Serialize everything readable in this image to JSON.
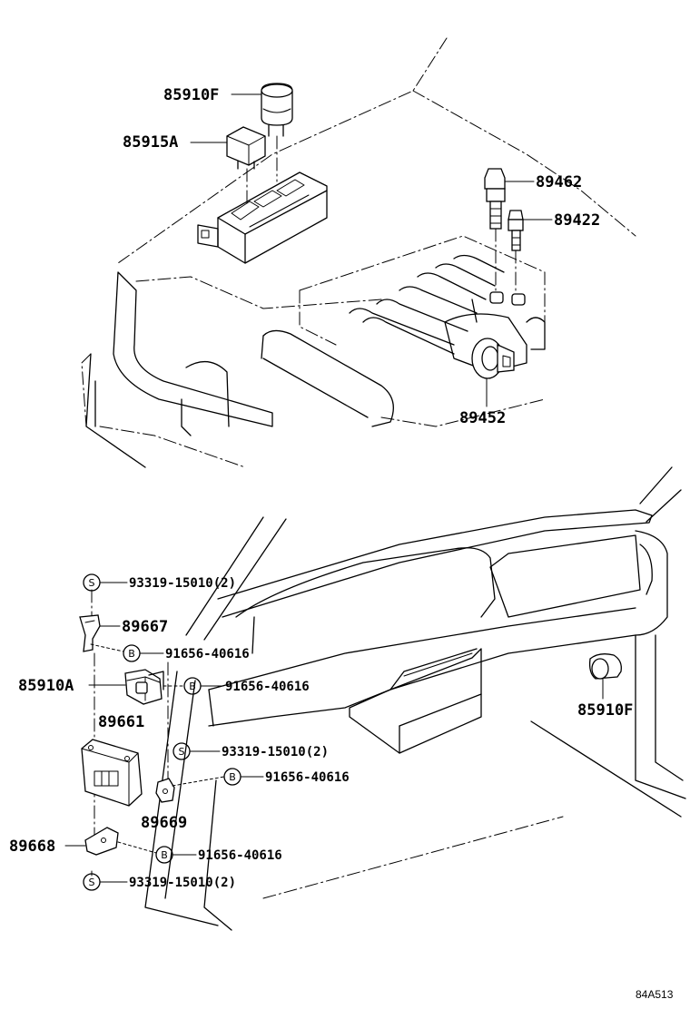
{
  "labels": {
    "relay_85910F_top": "85910F",
    "relay_85915A": "85915A",
    "sensor_89462": "89462",
    "sensor_89422": "89422",
    "sensor_89452": "89452",
    "bolt_s_top": "93319-15010(2)",
    "bracket_89667": "89667",
    "bolt_b_1": "91656-40616",
    "relay_85910A": "85910A",
    "bolt_b_2": "91656-40616",
    "ecu_89661": "89661",
    "bolt_s_mid": "93319-15010(2)",
    "bolt_b_3": "91656-40616",
    "bracket_89669": "89669",
    "relay_85910F_dash": "85910F",
    "bracket_89668": "89668",
    "bolt_b_4": "91656-40616",
    "bolt_s_bottom": "93319-15010(2)"
  },
  "symbols": {
    "screw": "S",
    "bolt": "B"
  },
  "reference": "84A513"
}
